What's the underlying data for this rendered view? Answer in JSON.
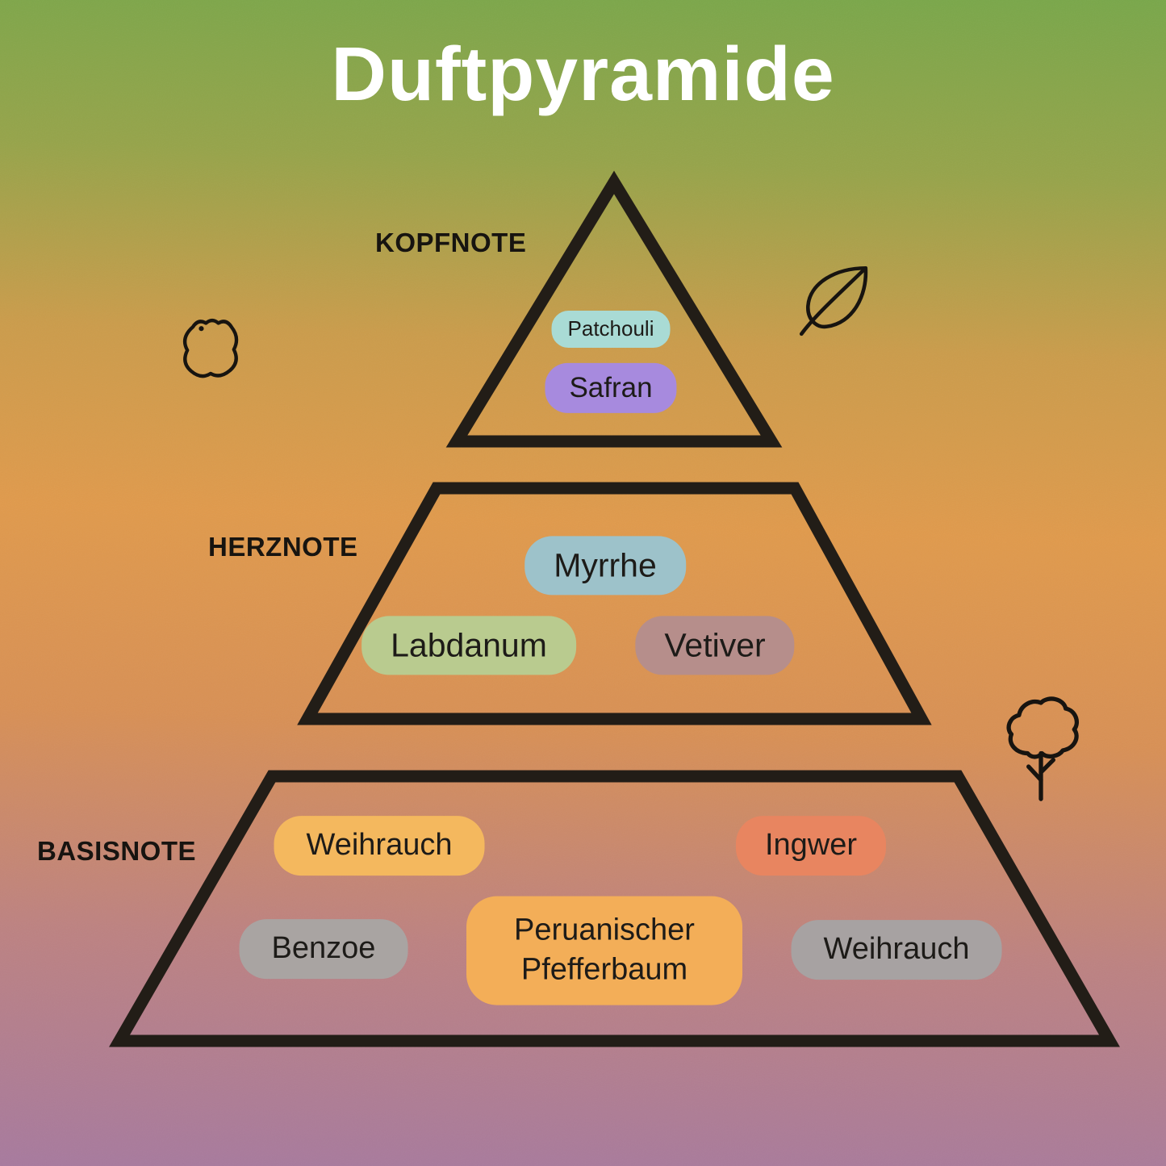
{
  "title": "Duftpyramide",
  "background": {
    "top_color": "#79a74a",
    "middle_color": "#e09a4c",
    "bottom_color": "#a77a9e"
  },
  "outline_color": "#221d17",
  "levels": [
    {
      "label": "KOPFNOTE",
      "notes": [
        {
          "text": "Patchouli",
          "color": "#a9dbd5"
        },
        {
          "text": "Safran",
          "color": "#a78ade"
        }
      ]
    },
    {
      "label": "HERZNOTE",
      "notes": [
        {
          "text": "Myrrhe",
          "color": "#9dc2ca"
        },
        {
          "text": "Labdanum",
          "color": "#b9cb8f"
        },
        {
          "text": "Vetiver",
          "color": "#b68e8b"
        }
      ]
    },
    {
      "label": "BASISNOTE",
      "notes": [
        {
          "text": "Weihrauch",
          "color": "#f4b85e"
        },
        {
          "text": "Ingwer",
          "color": "#e88560"
        },
        {
          "text": "Benzoe",
          "color": "#a9a4a2"
        },
        {
          "text": "Peruanischer Pfefferbaum",
          "color": "#f3ae58"
        },
        {
          "text": "Weihrauch",
          "color": "#a7a2a2"
        }
      ]
    }
  ],
  "icons": [
    {
      "name": "leather-icon"
    },
    {
      "name": "leaf-icon"
    },
    {
      "name": "tree-icon"
    }
  ]
}
